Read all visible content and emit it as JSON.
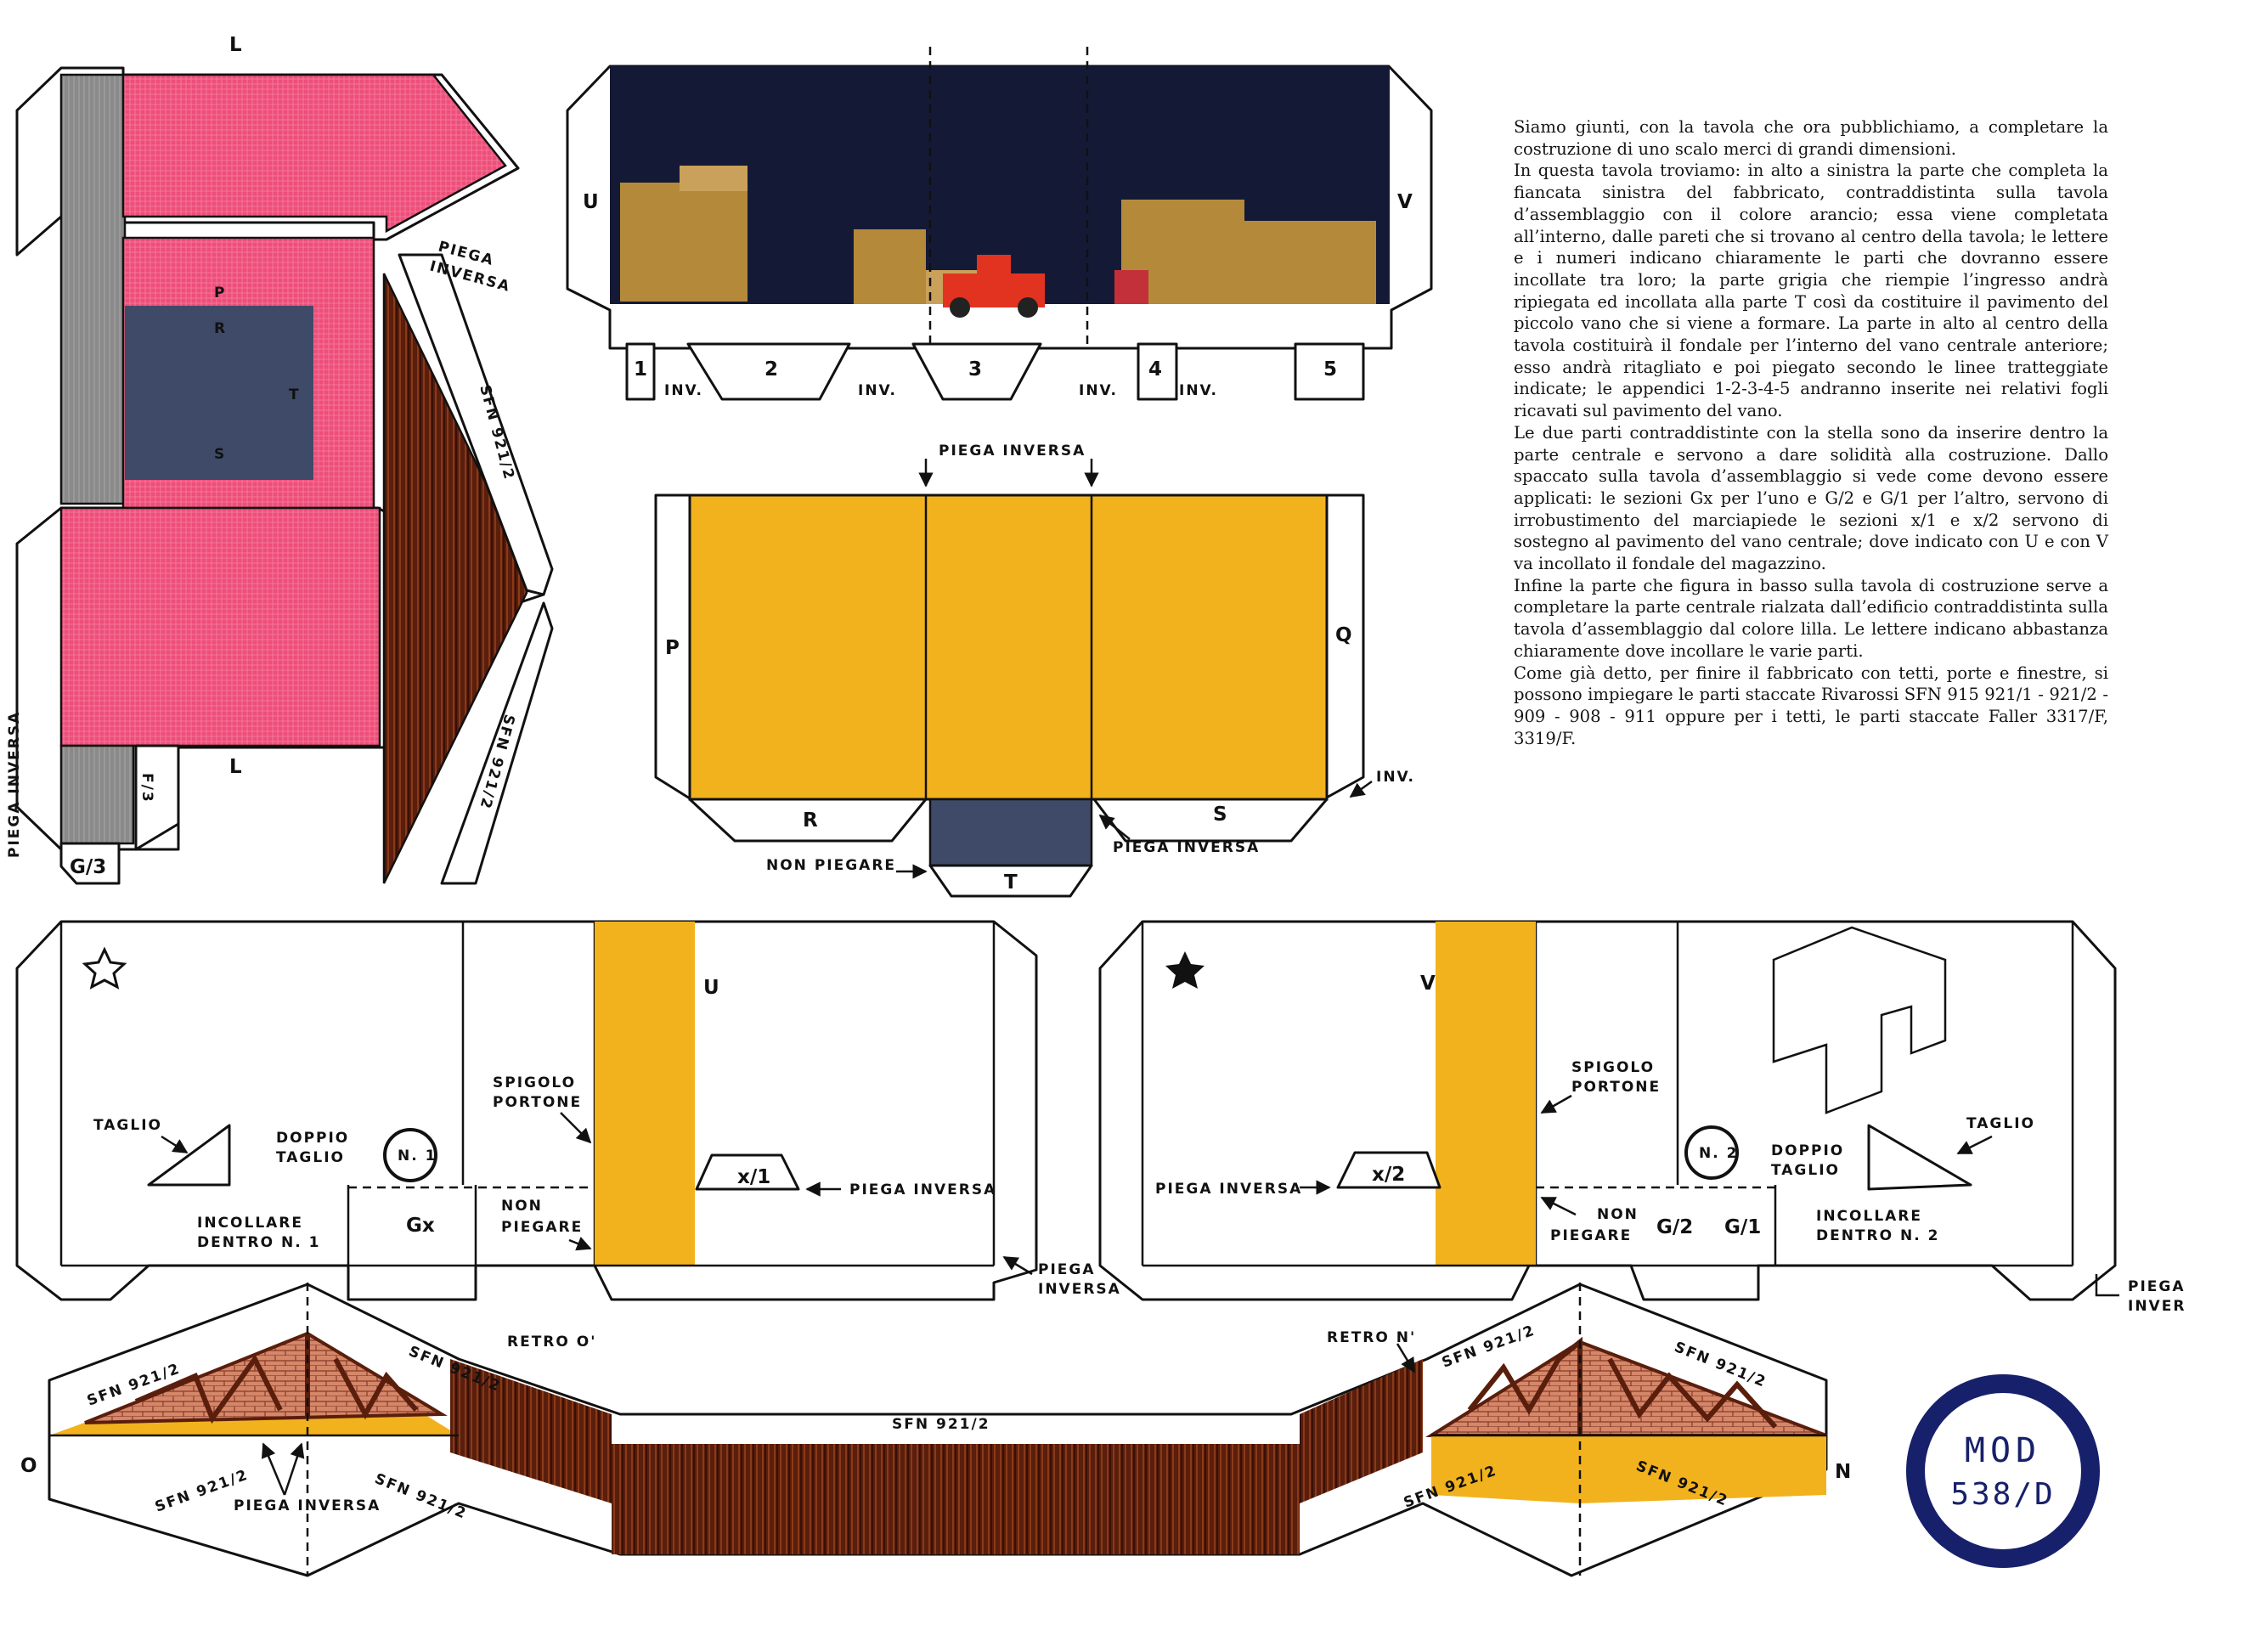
{
  "sheet": {
    "badge": {
      "line1": "MOD",
      "line2": "538/D"
    },
    "description": [
      "Siamo giunti, con la tavola che ora pubblichiamo, a completare la costruzione di uno scalo merci di grandi dimensioni.",
      "In questa tavola troviamo: in alto a sinistra la parte che completa la fiancata sinistra del fabbricato, contraddistinta sulla tavola d’assemblaggio con il colore arancio; essa viene completata all’interno, dalle pareti che si trovano al centro della tavola; le lettere e i numeri indicano chiaramente le parti che dovranno essere incollate tra loro; la parte grigia che riempie l’ingresso andrà ripiegata ed incollata alla parte T così da costituire il pavimento del piccolo vano che si viene a formare. La parte in alto al centro della tavola costituirà il fondale per l’interno del vano centrale anteriore; esso andrà ritagliato e poi piegato secondo le linee tratteggiate indicate; le appendici 1-2-3-4-5 andranno inserite nei relativi fogli ricavati sul pavimento del vano.",
      "Le due parti contraddistinte con la stella sono da inserire dentro la parte centrale e servono a dare solidità alla costruzione. Dallo spaccato sulla tavola d’assemblaggio si vede come devono essere applicati: le sezioni Gx per l’uno e G/2 e G/1 per l’altro, servono di irrobustimento del marciapiede le sezioni x/1 e x/2 servono di sostegno al pavimento del vano centrale; dove indicato con U e con V va incollato il fondale del magazzino.",
      "Infine la parte che figura in basso sulla tavola di costruzione serve a completare la parte centrale rialzata dall’edificio contraddistinta sulla tavola d’assemblaggio dal colore lilla. Le lettere indicano abbastanza chiaramente dove incollare le varie parti.",
      "Come già detto, per finire il fabbricato con tetti, porte e finestre, si possono impiegare le parti staccate Rivarossi SFN 915 921/1 - 921/2 - 909 - 908 - 911 oppure per i tetti, le parti staccate Faller 3317/F, 3319/F."
    ],
    "labels": {
      "piega_inversa": "PIEGA INVERSA",
      "piega": "PIEGA",
      "inversa": "INVERSA",
      "inver": "INVER",
      "sfn": "SFN 921/2",
      "inv": "INV.",
      "non_piegare": "NON PIEGARE",
      "non": "NON",
      "piegare": "PIEGARE",
      "taglio": "TAGLIO",
      "doppio": "DOPPIO",
      "spigolo": "SPIGOLO",
      "portone": "PORTONE",
      "incollare": "INCOLLARE",
      "dentro_n1": "DENTRO N. 1",
      "dentro_n2": "DENTRO N. 2",
      "n1": "N. 1",
      "n2": "N. 2",
      "retro_o": "RETRO O'",
      "retro_n": "RETRO N'",
      "letters": {
        "U": "U",
        "V": "V",
        "P": "P",
        "Q": "Q",
        "R": "R",
        "S": "S",
        "T": "T",
        "L": "L",
        "O": "O",
        "N": "N",
        "Gx": "Gx",
        "G2": "G/2",
        "G1": "G/1",
        "G3": "G/3",
        "F3": "F/3",
        "x1": "x/1",
        "x2": "x/2"
      },
      "tabs": [
        "1",
        "2",
        "3",
        "4",
        "5"
      ]
    }
  },
  "colors": {
    "pink": "#ee4e7a",
    "grey": "#8a8a8a",
    "navy": "#3e4a68",
    "yellow": "#f2b21e",
    "brown": "#5a1e0c",
    "brick": "#d5876a",
    "dark": "#141a36",
    "badge": "#17206a"
  }
}
